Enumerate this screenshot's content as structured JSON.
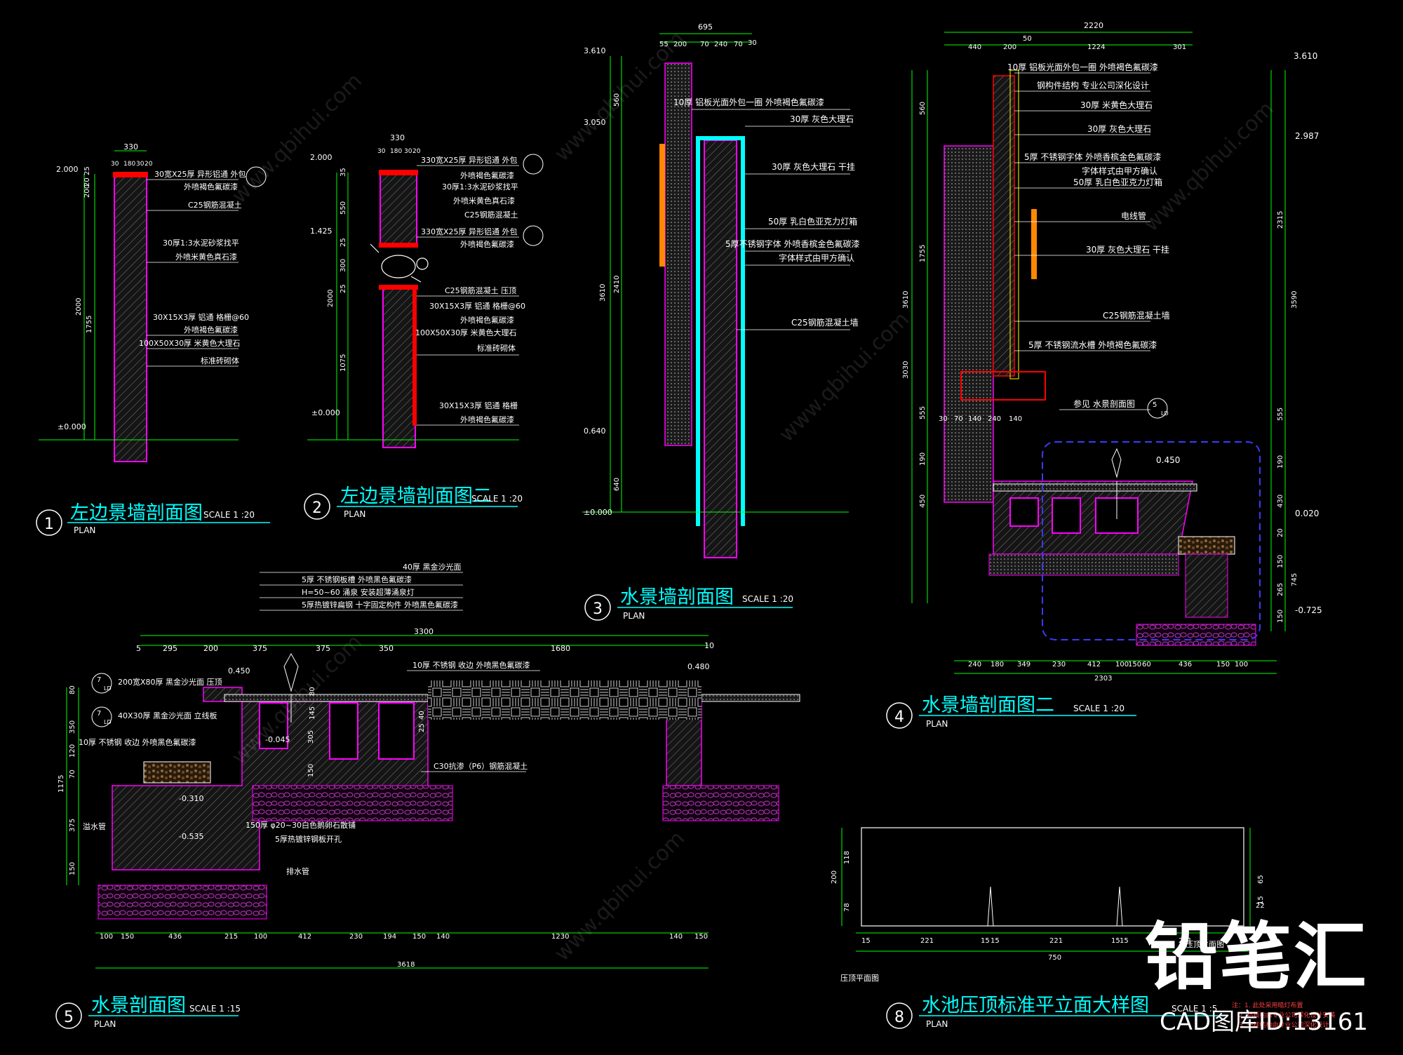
{
  "colors": {
    "background": "#000000",
    "dimension": "#00ff00",
    "leader": "#ffffff",
    "title": "#00ffff",
    "wall": "#ff00ff",
    "red": "#ff0000",
    "yellow": "#ffff00",
    "orange": "#ff8800",
    "blue": "#3a3aff",
    "gravel": "#b040b0"
  },
  "brand": {
    "name": "铅笔汇",
    "id_text": "CAD图库ID:13161"
  },
  "watermark": "www.qbihui.com",
  "details": [
    {
      "num": "1",
      "title": "左边景墙剖面图",
      "scale": "SCALE 1 :20",
      "plan": "PLAN",
      "top_dims": [
        "330",
        "30",
        "180",
        "30",
        "20"
      ],
      "levels": [
        "2.000",
        "±0.000"
      ],
      "left_dims": [
        "200",
        "25",
        "20",
        "2000",
        "1755"
      ],
      "notes": [
        "30宽X25厚 异形铝通 外包",
        "外喷褐色氟碳漆",
        "C25钢筋混凝土",
        "30厚1:3水泥砂浆找平",
        "外喷米黄色真石漆",
        "30X15X3厚 铝通 格栅@60",
        "外喷褐色氟碳漆",
        "100X50X30厚 米黄色大理石",
        "标准砖砌体"
      ]
    },
    {
      "num": "2",
      "title": "左边景墙剖面图二",
      "scale": "SCALE 1 :20",
      "plan": "PLAN",
      "top_dims": [
        "330",
        "30",
        "180",
        "30",
        "20"
      ],
      "levels": [
        "2.000",
        "1.425",
        "±0.000"
      ],
      "left_dims": [
        "35",
        "550",
        "25",
        "300",
        "25",
        "2000",
        "1075"
      ],
      "notes": [
        "330宽X25厚 异形铝通 外包",
        "外喷褐色氟碳漆",
        "30厚1:3水泥砂浆找平",
        "外喷米黄色真石漆",
        "C25钢筋混凝土",
        "330宽X25厚 异形铝通 外包",
        "外喷褐色氟碳漆",
        "C25钢筋混凝土 压顶",
        "30X15X3厚 铝通 格栅@60",
        "外喷褐色氟碳漆",
        "100X50X30厚 米黄色大理石",
        "标准砖砌体",
        "30X15X3厚 铝通 格栅",
        "外喷褐色氟碳漆"
      ]
    },
    {
      "num": "3",
      "title": "水景墙剖面图",
      "scale": "SCALE 1 :20",
      "plan": "PLAN",
      "top_dims": [
        "695",
        "55",
        "200",
        "70",
        "240",
        "70",
        "30"
      ],
      "levels": [
        "3.610",
        "3.050",
        "0.640",
        "±0.000"
      ],
      "left_dims": [
        "560",
        "3610",
        "2410",
        "640"
      ],
      "notes": [
        "10厚 铝板光面外包一圈 外喷褐色氟碳漆",
        "30厚 灰色大理石",
        "30厚 灰色大理石 干挂",
        "50厚 乳白色亚克力灯箱",
        "5厚不锈钢字体 外喷香槟金色氟碳漆",
        "字体样式由甲方确认",
        "C25钢筋混凝土墙"
      ]
    },
    {
      "num": "4",
      "title": "水景墙剖面图二",
      "scale": "SCALE 1 :20",
      "plan": "PLAN",
      "top_dims": [
        "2220",
        "440",
        "200",
        "50",
        "1224",
        "301"
      ],
      "levels": [
        "3.610",
        "2.987",
        "0.450",
        "0.020",
        "-0.725"
      ],
      "left_dims": [
        "560",
        "1755",
        "3610",
        "3030",
        "555",
        "190",
        "450"
      ],
      "right_dims": [
        "2315",
        "3590",
        "555",
        "190",
        "430",
        "20",
        "150",
        "265",
        "745",
        "150"
      ],
      "bottom_dims": [
        "240",
        "180",
        "349",
        "230",
        "412",
        "100",
        "150",
        "60",
        "436",
        "150",
        "100"
      ],
      "bottom_total": "2303",
      "mid_dims": [
        "30",
        "70",
        "140",
        "240",
        "140"
      ],
      "notes": [
        "10厚 铝板光面外包一圈 外喷褐色氟碳漆",
        "钢构件结构 专业公司深化设计",
        "30厚 米黄色大理石",
        "30厚 灰色大理石",
        "5厚 不锈钢字体 外喷香槟金色氟碳漆",
        "字体样式由甲方确认",
        "50厚 乳白色亚克力灯箱",
        "电线管",
        "30厚 灰色大理石 干挂",
        "C25钢筋混凝土墙",
        "5厚 不锈钢流水槽 外喷褐色氟碳漆",
        "参见 水景剖面图"
      ],
      "ref": {
        "num": "5",
        "sheet": "LD"
      }
    },
    {
      "num": "5",
      "title": "水景剖面图",
      "scale": "SCALE 1 :15",
      "plan": "PLAN",
      "levels": [
        "0.450",
        "0.480",
        "-0.045",
        "-0.310",
        "-0.535"
      ],
      "top_dims": [
        "5",
        "295",
        "200",
        "375",
        "375",
        "350",
        "1680",
        "10"
      ],
      "top_total": "3300",
      "bottom_dims": [
        "100",
        "150",
        "436",
        "215",
        "100",
        "412",
        "230",
        "194",
        "150",
        "140",
        "1230",
        "140",
        "150"
      ],
      "bottom_total": "3618",
      "left_dims": [
        "80",
        "350",
        "1175",
        "120",
        "70",
        "375",
        "150"
      ],
      "inner_dims": [
        "80",
        "145",
        "305",
        "150",
        "25",
        "40"
      ],
      "notes": [
        "40厚 黑金沙光面",
        "5厚 不锈钢板槽 外喷黑色氟碳漆",
        "H=50~60 涌泉 安装超薄涌泉灯",
        "5厚热镀锌扁钢 十字固定构件 外喷黑色氟碳漆",
        "10厚 不锈钢 收边 外喷黑色氟碳漆",
        "200宽X80厚 黑金沙光面 压顶",
        "40X30厚 黑金沙光面 立线板",
        "10厚 不锈钢 收边 外喷黑色氟碳漆",
        "C30抗渗（P6）钢筋混凝土",
        "150厚 φ20~30白色鹅卵石散铺",
        "5厚热镀锌钢板开孔",
        "溢水管",
        "排水管"
      ],
      "refs": [
        {
          "num": "7",
          "sheet": "LD"
        },
        {
          "num": "7",
          "sheet": "LD"
        }
      ]
    },
    {
      "num": "8",
      "title": "水池压顶标准平立面大样图",
      "scale": "SCALE 1 :5",
      "plan": "PLAN",
      "dims": [
        "15",
        "221",
        "15",
        "15",
        "221",
        "15",
        "15",
        "221"
      ],
      "total": "750",
      "left_dims": [
        "200",
        "118",
        "78"
      ],
      "right_dims": [
        "65",
        "15",
        "22"
      ],
      "labels": [
        "压顶平面图",
        "压顶立面图"
      ],
      "notes": [
        "注：1. 此处采用暗灯布置",
        "2. 铝板构由专业公司深化设计安装",
        "3. 干挂结构由专业公司深化设计"
      ]
    }
  ]
}
